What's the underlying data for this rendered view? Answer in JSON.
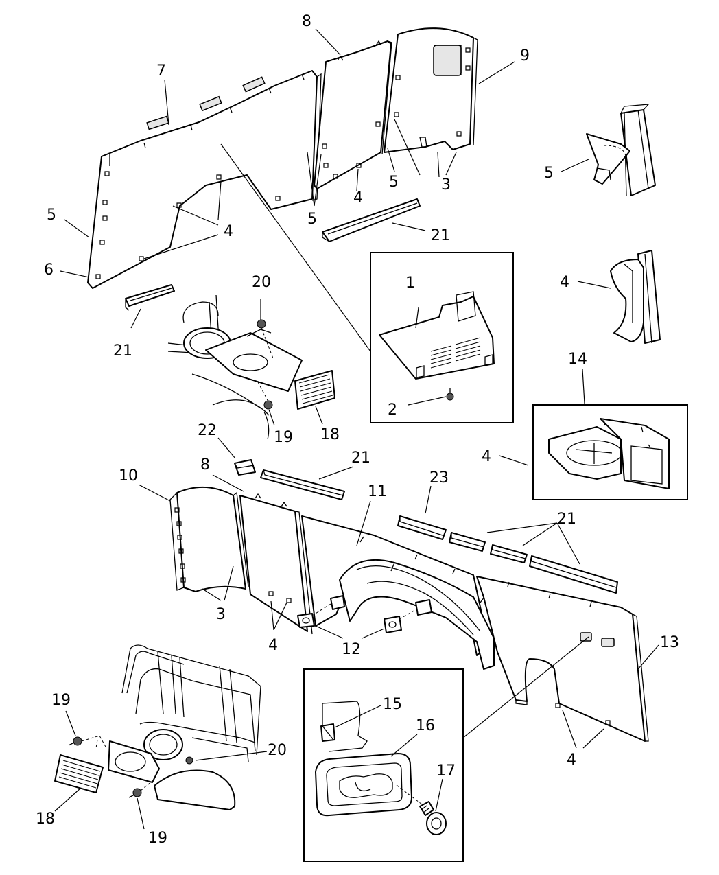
{
  "callouts": [
    {
      "id": "c1",
      "label": "1"
    },
    {
      "id": "c2",
      "label": "2"
    },
    {
      "id": "c3a",
      "label": "3"
    },
    {
      "id": "c3b",
      "label": "3"
    },
    {
      "id": "c4a",
      "label": "4"
    },
    {
      "id": "c4b",
      "label": "4"
    },
    {
      "id": "c4c",
      "label": "4"
    },
    {
      "id": "c4d",
      "label": "4"
    },
    {
      "id": "c4e",
      "label": "4"
    },
    {
      "id": "c4f",
      "label": "4"
    },
    {
      "id": "c5a",
      "label": "5"
    },
    {
      "id": "c5b",
      "label": "5"
    },
    {
      "id": "c5c",
      "label": "5"
    },
    {
      "id": "c5d",
      "label": "5"
    },
    {
      "id": "c6",
      "label": "6"
    },
    {
      "id": "c7",
      "label": "7"
    },
    {
      "id": "c8a",
      "label": "8"
    },
    {
      "id": "c8b",
      "label": "8"
    },
    {
      "id": "c9",
      "label": "9"
    },
    {
      "id": "c10",
      "label": "10"
    },
    {
      "id": "c11",
      "label": "11"
    },
    {
      "id": "c12",
      "label": "12"
    },
    {
      "id": "c13",
      "label": "13"
    },
    {
      "id": "c14",
      "label": "14"
    },
    {
      "id": "c15",
      "label": "15"
    },
    {
      "id": "c16",
      "label": "16"
    },
    {
      "id": "c17",
      "label": "17"
    },
    {
      "id": "c18a",
      "label": "18"
    },
    {
      "id": "c18b",
      "label": "18"
    },
    {
      "id": "c19a",
      "label": "19"
    },
    {
      "id": "c19b",
      "label": "19"
    },
    {
      "id": "c19c",
      "label": "19"
    },
    {
      "id": "c20a",
      "label": "20"
    },
    {
      "id": "c20b",
      "label": "20"
    },
    {
      "id": "c21a",
      "label": "21"
    },
    {
      "id": "c21b",
      "label": "21"
    },
    {
      "id": "c21c",
      "label": "21"
    },
    {
      "id": "c21d",
      "label": "21"
    },
    {
      "id": "c22",
      "label": "22"
    },
    {
      "id": "c23",
      "label": "23"
    }
  ]
}
